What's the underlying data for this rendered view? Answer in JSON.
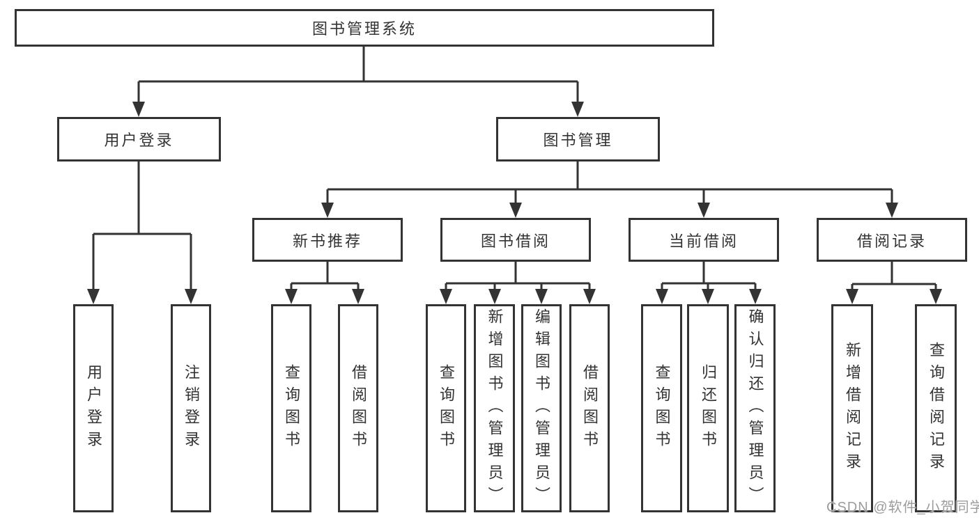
{
  "diagram_title": "图书管理系统",
  "tree": {
    "root": {
      "label": "图书管理系统"
    },
    "level2": [
      {
        "label": "用户登录"
      },
      {
        "label": "图书管理"
      }
    ],
    "level3": [
      {
        "label": "新书推荐"
      },
      {
        "label": "图书借阅"
      },
      {
        "label": "当前借阅"
      },
      {
        "label": "借阅记录"
      }
    ],
    "leaves": {
      "user_login": [
        {
          "label": "用户登录"
        },
        {
          "label": "注销登录"
        }
      ],
      "new_book_rec": [
        {
          "label": "查询图书"
        },
        {
          "label": "借阅图书"
        }
      ],
      "book_borrow": [
        {
          "label": "查询图书"
        },
        {
          "label": "新增图书（管理员）"
        },
        {
          "label": "编辑图书（管理员）"
        },
        {
          "label": "借阅图书"
        }
      ],
      "current_borrow": [
        {
          "label": "查询图书"
        },
        {
          "label": "归还图书"
        },
        {
          "label": "确认归还（管理员）"
        }
      ],
      "borrow_records": [
        {
          "label": "新增借阅记录"
        },
        {
          "label": "查询借阅记录"
        }
      ]
    }
  },
  "watermark": {
    "text": "CSDN @软件_小贺同学",
    "color": "#9c9c9c"
  },
  "colors": {
    "line": "#333333",
    "border": "#333333",
    "text": "#333333",
    "background": "#ffffff"
  }
}
